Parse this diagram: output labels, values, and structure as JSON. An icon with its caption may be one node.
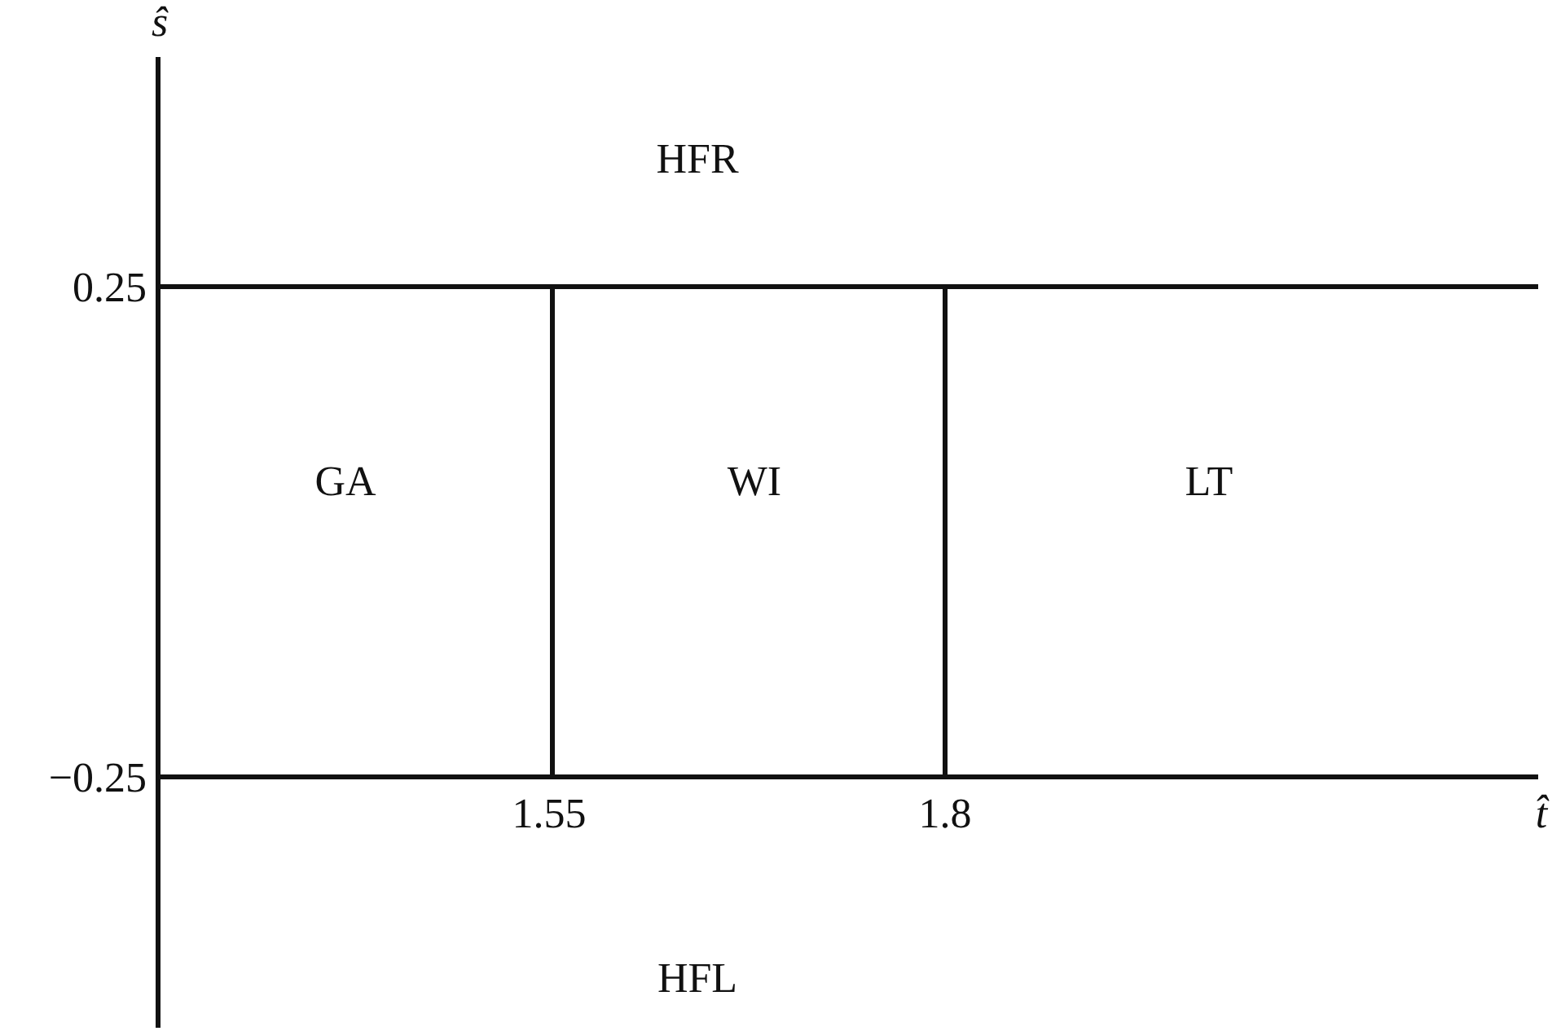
{
  "diagram": {
    "labels": [
      "ŝ",
      "HFR",
      "0.25",
      "GA",
      "WI",
      "LT",
      "−0.25",
      "1.55",
      "1.8",
      "t̂",
      "HFL"
    ]
  }
}
